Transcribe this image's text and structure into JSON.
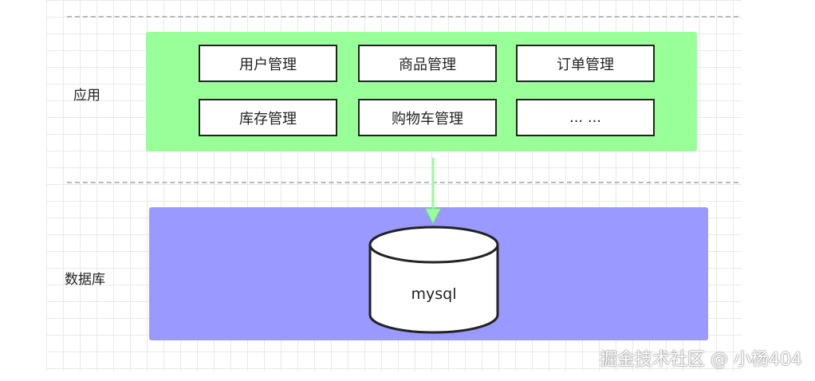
{
  "layers": {
    "app": {
      "label": "应用",
      "modules": [
        "用户管理",
        "商品管理",
        "订单管理",
        "库存管理",
        "购物车管理",
        "... ..."
      ]
    },
    "database": {
      "label": "数据库",
      "db_name": "mysql"
    }
  },
  "colors": {
    "app_layer": "#99ff99",
    "db_layer": "#9999ff",
    "arrow": "#99ff99"
  },
  "watermark": "掘金技术社区 @ 小杨404"
}
